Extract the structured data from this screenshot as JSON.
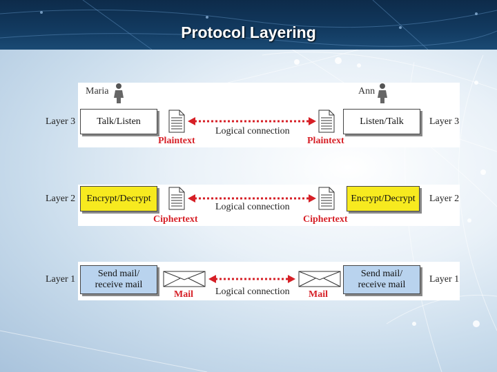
{
  "slide": {
    "title": "Protocol Layering"
  },
  "people": {
    "left": "Maria",
    "right": "Ann"
  },
  "layers": [
    {
      "label": "Layer 3",
      "left_box": "Talk/Listen",
      "right_box": "Listen/Talk",
      "left_item": "Plaintext",
      "right_item": "Plaintext",
      "connection": "Logical connection",
      "box_color": "#ffffff"
    },
    {
      "label": "Layer 2",
      "left_box": "Encrypt/Decrypt",
      "right_box": "Encrypt/Decrypt",
      "left_item": "Ciphertext",
      "right_item": "Ciphertext",
      "connection": "Logical connection",
      "box_color": "#f7ea1f"
    },
    {
      "label": "Layer 1",
      "left_box_line1": "Send mail/",
      "left_box_line2": "receive mail",
      "right_box_line1": "Send mail/",
      "right_box_line2": "receive mail",
      "left_item": "Mail",
      "right_item": "Mail",
      "connection": "Logical connection",
      "box_color": "#b9d3ee"
    }
  ],
  "colors": {
    "accent_red": "#d61f26",
    "title_bar": "#123a60"
  },
  "icons": [
    "person-icon",
    "document-icon",
    "envelope-icon",
    "dotted-double-arrow"
  ]
}
